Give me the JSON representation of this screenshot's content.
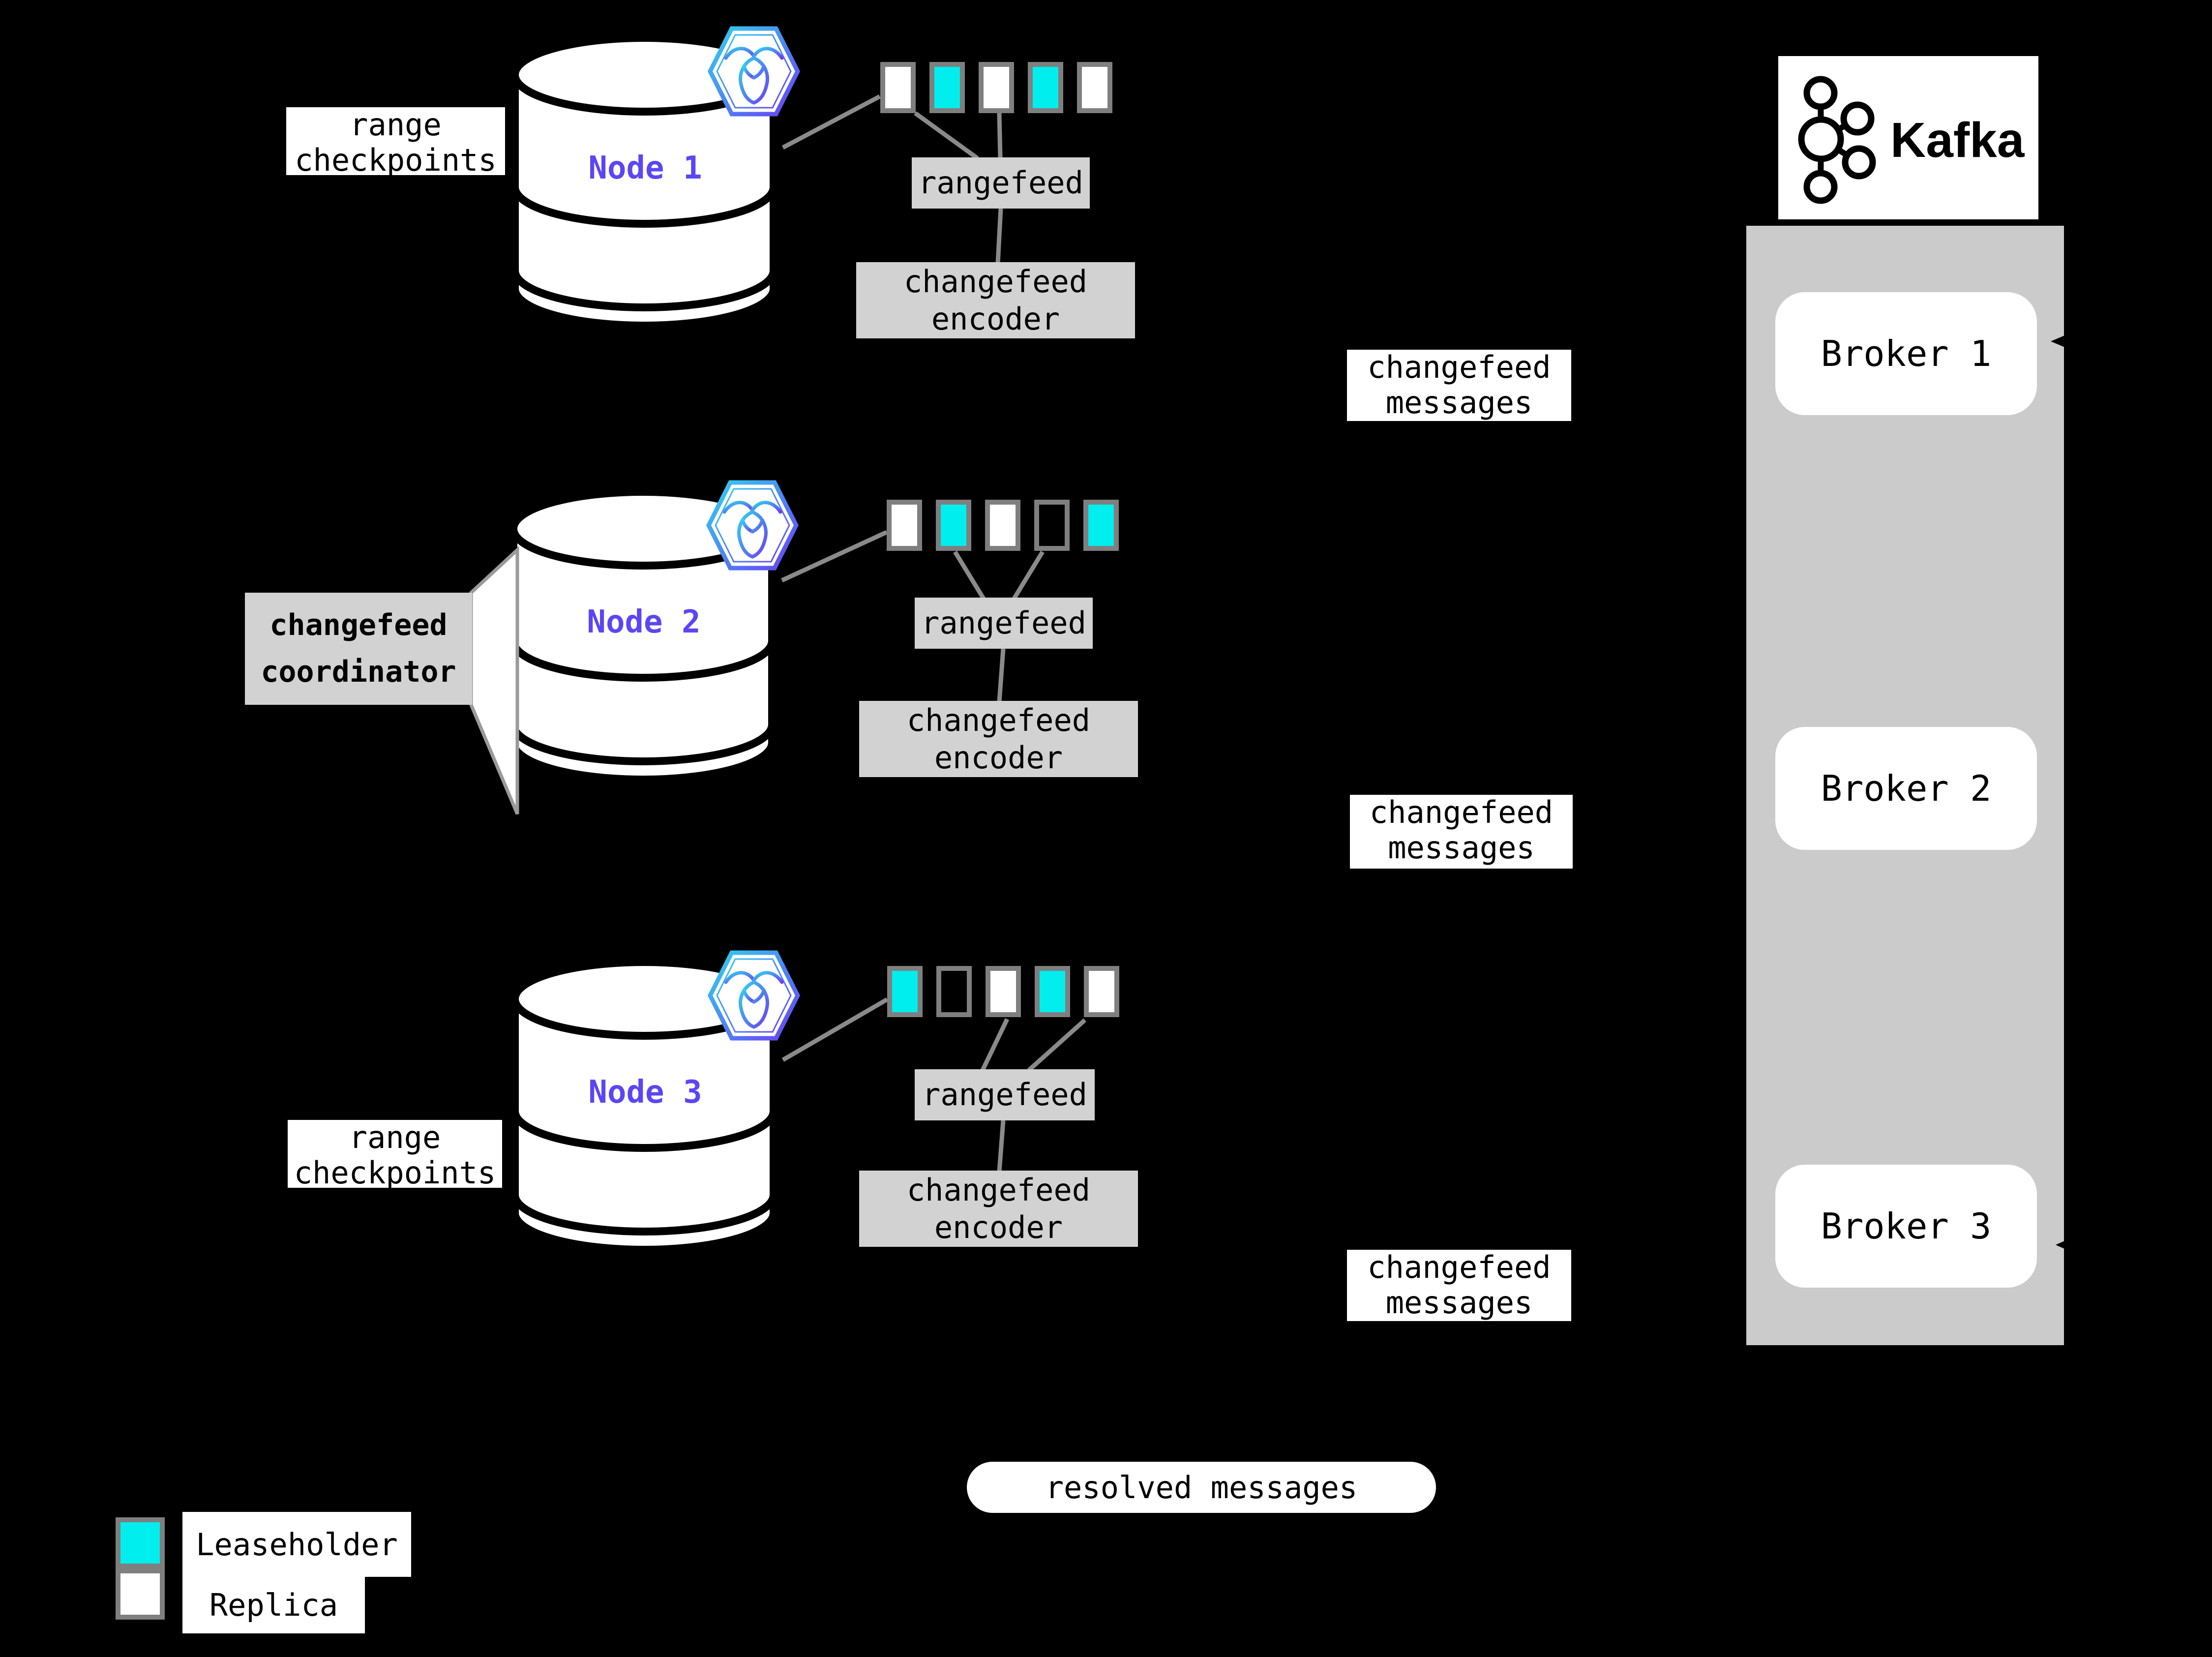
{
  "title": "CockroachDB changefeed to Kafka architecture diagram",
  "colors": {
    "background": "#000000",
    "leaseholder": "#00EEEE",
    "replica": "#FFFFFF",
    "empty": "transparent",
    "node_label": "#5B46F5",
    "process_box_gray": "#D2D2D2",
    "kafka_column_gray": "#CBCBCB",
    "connector_gray": "#8A8A8A",
    "square_border_gray": "#7F7F7F",
    "crdb_gradient_start": "#2FD3F0",
    "crdb_gradient_end": "#6A3EF5"
  },
  "nodes": [
    {
      "label": "Node 1",
      "ranges": [
        "replica",
        "leaseholder",
        "replica",
        "leaseholder",
        "replica"
      ],
      "rangefeed_label": "rangefeed",
      "encoder_lines": [
        "changefeed",
        "encoder"
      ]
    },
    {
      "label": "Node 2",
      "ranges": [
        "replica",
        "leaseholder",
        "replica",
        "empty",
        "leaseholder"
      ],
      "rangefeed_label": "rangefeed",
      "encoder_lines": [
        "changefeed",
        "encoder"
      ]
    },
    {
      "label": "Node 3",
      "ranges": [
        "leaseholder",
        "empty",
        "replica",
        "leaseholder",
        "replica"
      ],
      "rangefeed_label": "rangefeed",
      "encoder_lines": [
        "changefeed",
        "encoder"
      ]
    }
  ],
  "labels": {
    "range_checkpoints": [
      "range",
      "checkpoints"
    ],
    "changefeed_messages": [
      "changefeed",
      "messages"
    ],
    "coordinator": [
      "changefeed",
      "coordinator"
    ],
    "resolved": "resolved messages"
  },
  "kafka": {
    "wordmark": "Kafka",
    "brokers": [
      "Broker 1",
      "Broker 2",
      "Broker 3"
    ]
  },
  "legend": [
    {
      "swatch": "leaseholder",
      "label": "Leaseholder"
    },
    {
      "swatch": "replica",
      "label": "Replica"
    }
  ]
}
